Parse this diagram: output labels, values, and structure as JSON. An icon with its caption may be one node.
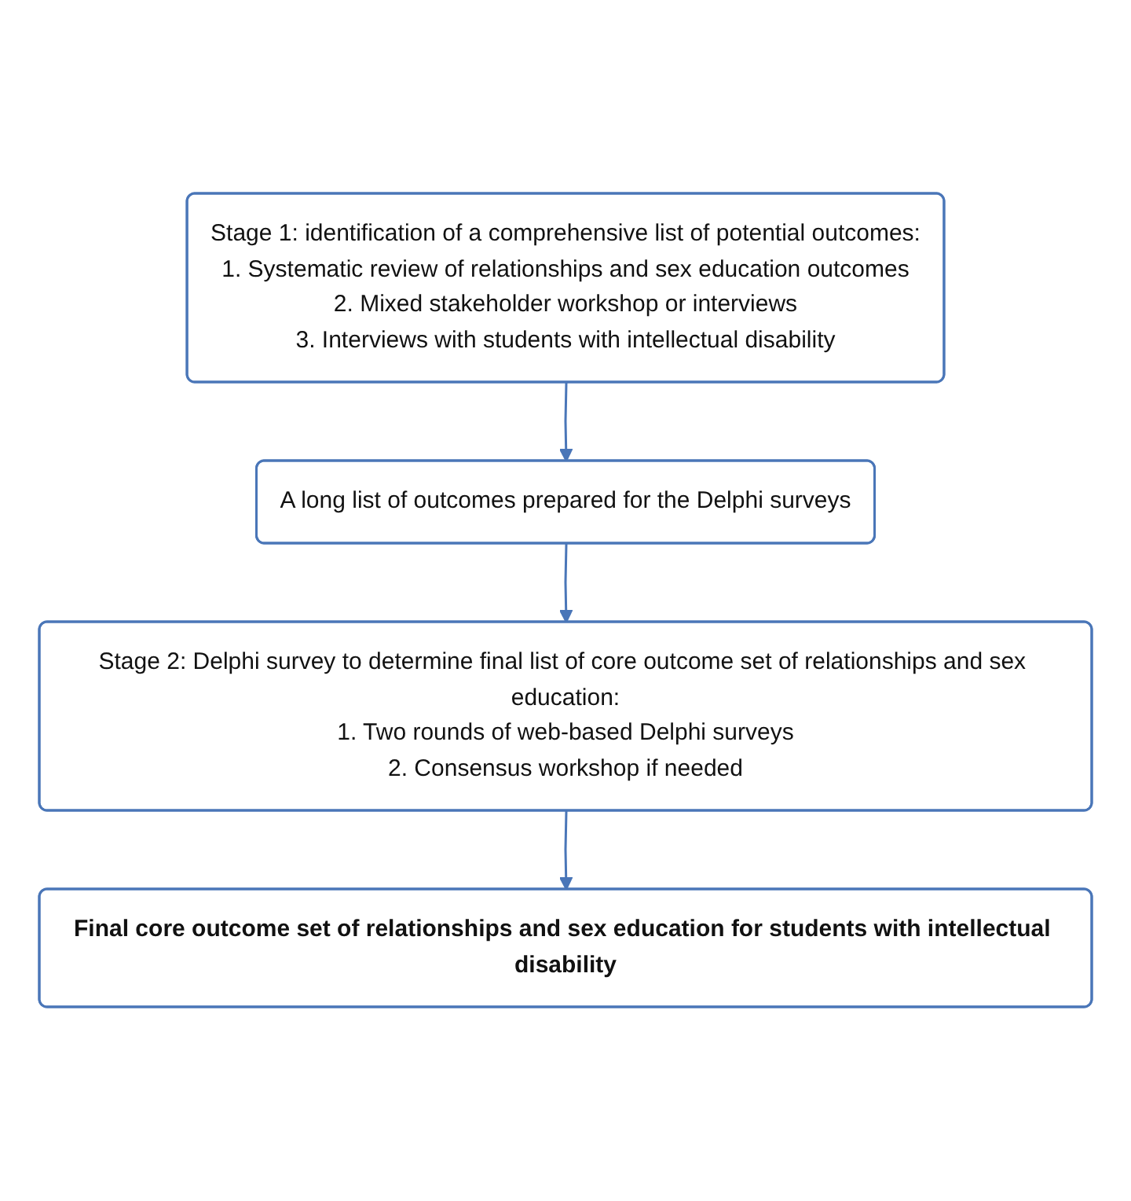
{
  "diagram": {
    "nodes": [
      {
        "text": [
          "Stage 1: identification of a comprehensive list of potential outcomes:",
          "1. Systematic review of relationships and sex education outcomes",
          "2. Mixed stakeholder workshop or interviews",
          "3. Interviews with students with intellectual disability"
        ]
      },
      {
        "text": [
          "A long list of outcomes prepared for the Delphi surveys"
        ]
      },
      {
        "text": [
          "Stage 2: Delphi survey to determine final list of core outcome set of relationships and sex education:",
          "1. Two rounds of web-based Delphi surveys",
          "2. Consensus workshop if needed"
        ]
      },
      {
        "text": [
          "Final core outcome set of relationships and sex education for students with intellectual disability"
        ]
      }
    ],
    "edges": [
      {
        "from": 0,
        "to": 1,
        "arrow": "to"
      },
      {
        "from": 1,
        "to": 2,
        "arrow": "to"
      },
      {
        "from": 2,
        "to": 3,
        "arrow": "to"
      }
    ]
  }
}
